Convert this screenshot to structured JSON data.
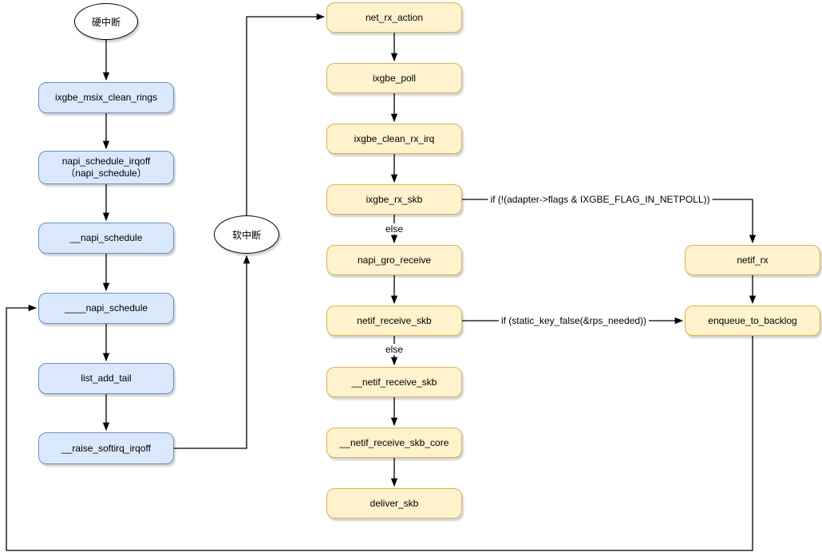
{
  "nodes": {
    "hard_irq": "硬中断",
    "soft_irq": "软中断",
    "ixgbe_msix_clean_rings": "ixgbe_msix_clean_rings",
    "napi_schedule_irqoff": "napi_schedule_irqoff\n（napi_schedule）",
    "napi_schedule_2u": "__napi_schedule",
    "napi_schedule_4u": "____napi_schedule",
    "list_add_tail": "list_add_tail",
    "raise_softirq_irqoff": "__raise_softirq_irqoff",
    "net_rx_action": "net_rx_action",
    "ixgbe_poll": "ixgbe_poll",
    "ixgbe_clean_rx_irq": "ixgbe_clean_rx_irq",
    "ixgbe_rx_skb": "ixgbe_rx_skb",
    "napi_gro_receive": "napi_gro_receive",
    "netif_receive_skb": "netif_receive_skb",
    "netif_receive_skb_2u": "__netif_receive_skb",
    "netif_receive_skb_core": "__netif_receive_skb_core",
    "deliver_skb": "deliver_skb",
    "netif_rx": "netif_rx",
    "enqueue_to_backlog": "enqueue_to_backlog"
  },
  "edge_labels": {
    "netpoll_condition": "if (!(adapter->flags & IXGBE_FLAG_IN_NETPOLL))",
    "rps_condition": "if (static_key_false(&rps_needed))",
    "else": "else"
  },
  "colors": {
    "hardirq_path_fill": "#DAE8FC",
    "hardirq_path_stroke": "#6C8EBF",
    "softirq_path_fill": "#FFF2CC",
    "softirq_path_stroke": "#D6B656",
    "terminal_fill": "#FFFFFF",
    "connector": "#000000"
  }
}
